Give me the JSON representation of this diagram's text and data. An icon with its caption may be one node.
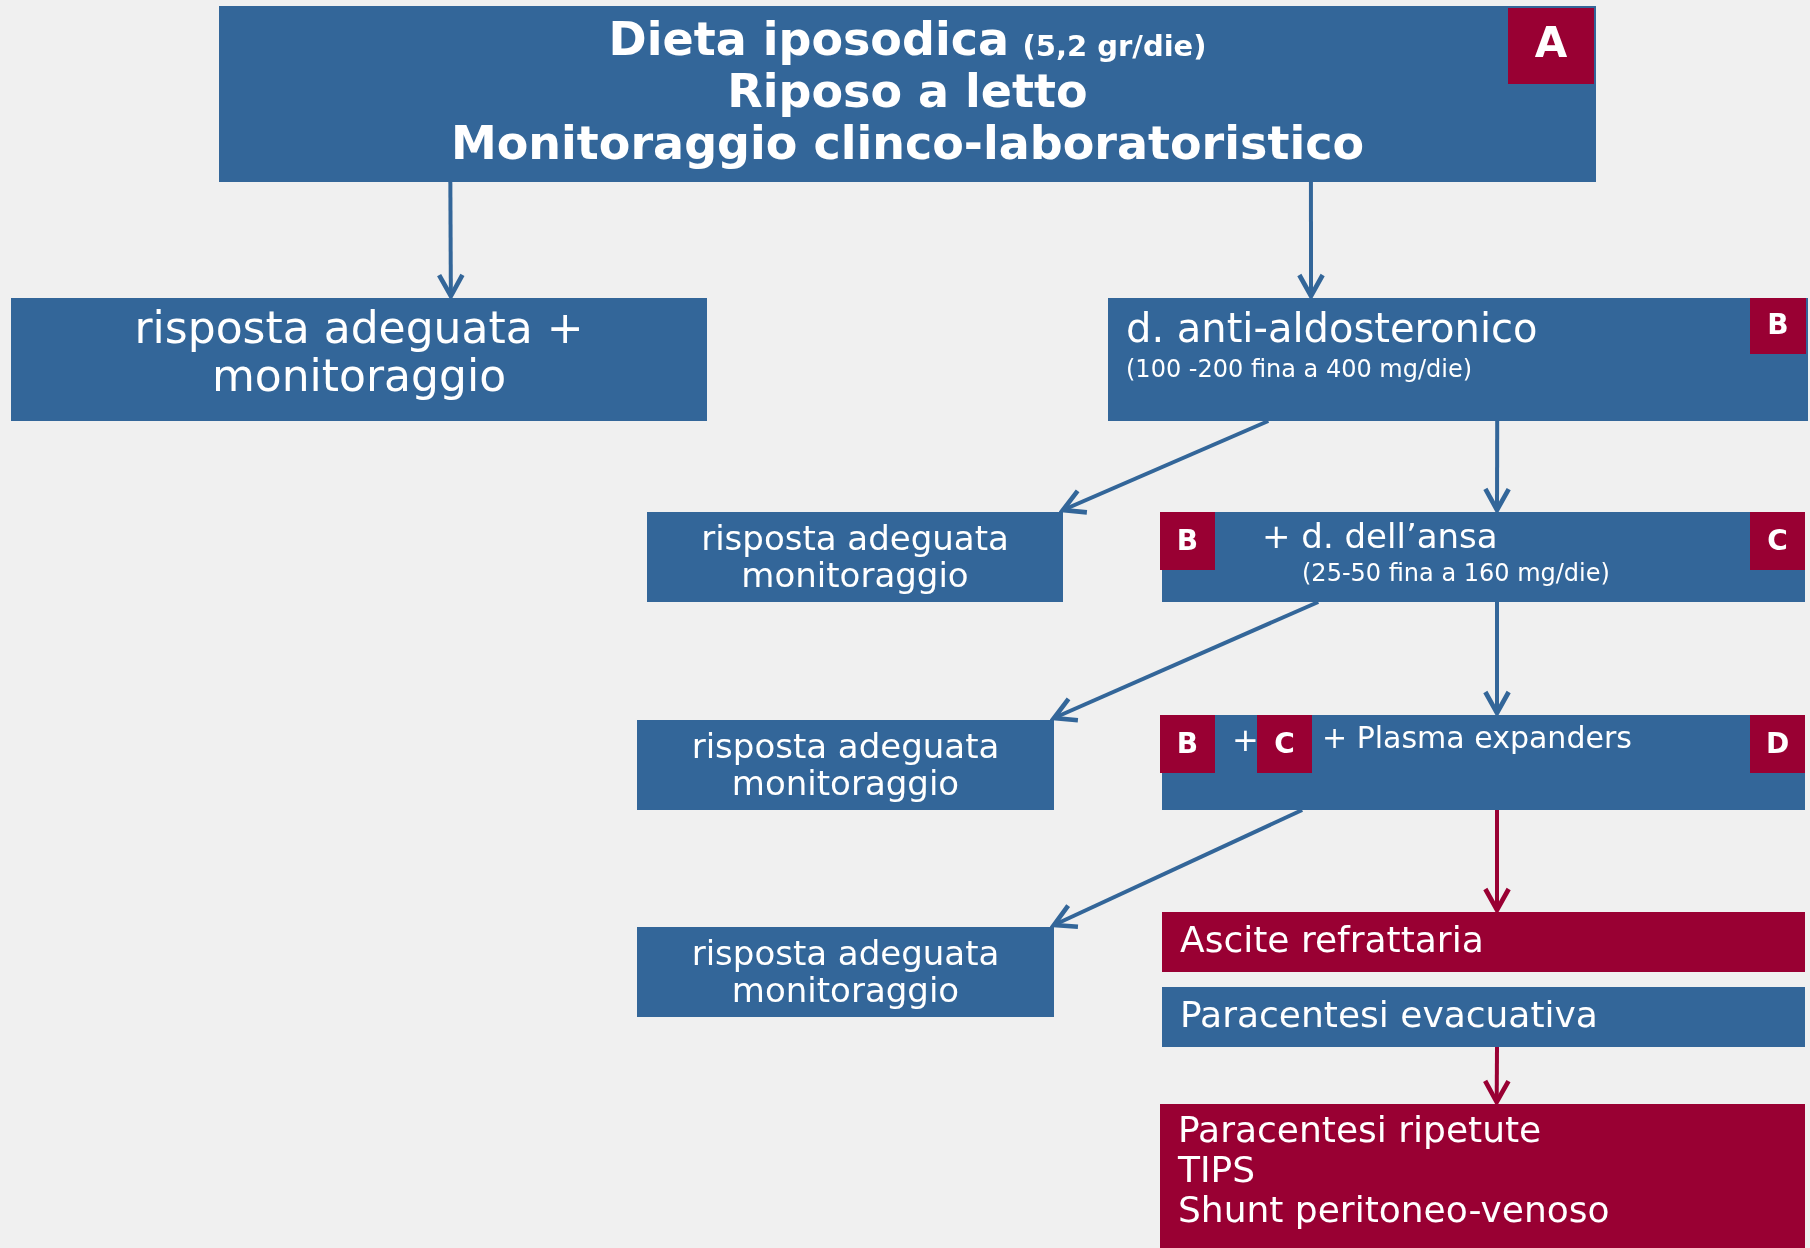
{
  "diagram": {
    "nodes": [
      {
        "text": [
          "Dieta iposodica",
          "(5,2 gr/die)",
          "Riposo a letto",
          "Monitoraggio clinco-laboratoristico"
        ]
      },
      {
        "text": [
          "A"
        ],
        "in": 0
      },
      {
        "text": [
          "risposta adeguata + monitoraggio"
        ]
      },
      {
        "text": [
          "d. anti-aldosteronico",
          "(100 -200 fina a 400 mg/die)"
        ]
      },
      {
        "text": [
          "B"
        ],
        "in": 3
      },
      {
        "text": [
          "risposta adeguata monitoraggio"
        ]
      },
      {
        "text": [
          "+ d. dell’ansa",
          "(25-50 fina a 160 mg/die)"
        ]
      },
      {
        "text": [
          "B"
        ],
        "in": 6
      },
      {
        "text": [
          "C"
        ],
        "in": 6
      },
      {
        "text": [
          "risposta adeguata monitoraggio"
        ]
      },
      {
        "text": [
          "+",
          "+ Plasma expanders"
        ]
      },
      {
        "text": [
          "B"
        ],
        "in": 10
      },
      {
        "text": [
          "C"
        ],
        "in": 10
      },
      {
        "text": [
          "D"
        ],
        "in": 10
      },
      {
        "text": [
          "risposta adeguata monitoraggio"
        ]
      },
      {
        "text": [
          "Ascite refrattaria"
        ]
      },
      {
        "text": [
          "Paracentesi evacuativa"
        ]
      },
      {
        "text": [
          "Paracentesi ripetute",
          "TIPS",
          "Shunt peritoneo-venoso"
        ]
      }
    ],
    "edges": [
      {
        "from": 0,
        "to": 2,
        "arrow": "to"
      },
      {
        "from": 0,
        "to": 3,
        "arrow": "to"
      },
      {
        "from": 3,
        "to": 5,
        "arrow": "to"
      },
      {
        "from": 3,
        "to": 6,
        "arrow": "to"
      },
      {
        "from": 6,
        "to": 9,
        "arrow": "to"
      },
      {
        "from": 6,
        "to": 10,
        "arrow": "to"
      },
      {
        "from": 10,
        "to": 14,
        "arrow": "to"
      },
      {
        "from": 10,
        "to": 15,
        "arrow": "to",
        "color": "#990033"
      },
      {
        "from": 16,
        "to": 17,
        "arrow": "to",
        "color": "#990033"
      }
    ]
  }
}
